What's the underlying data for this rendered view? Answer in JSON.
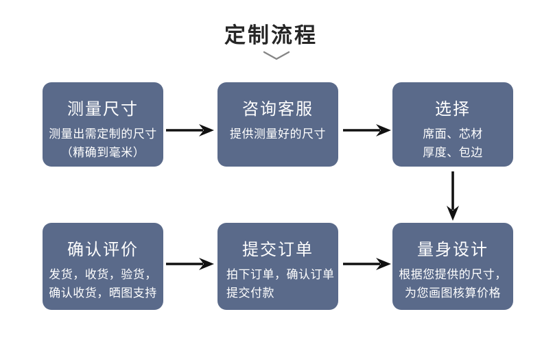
{
  "page": {
    "title": "定制流程"
  },
  "flow": {
    "boxes": [
      {
        "id": "measure-size",
        "title": "测量尺寸",
        "lines": [
          "测量出需定制的尺寸",
          "（精确到毫米）"
        ]
      },
      {
        "id": "consult-service",
        "title": "咨询客服",
        "lines": [
          "提供测量好的尺寸"
        ]
      },
      {
        "id": "choose-options",
        "title": "选择",
        "lines": [
          "席面、芯材",
          "厚度、包边"
        ]
      },
      {
        "id": "confirm-review",
        "title": "确认评价",
        "lines": [
          "发货，收货，验货，",
          "确认收货，晒图支持"
        ]
      },
      {
        "id": "submit-order",
        "title": "提交订单",
        "lines": [
          "拍下订单，确认订单",
          "提交付款"
        ]
      },
      {
        "id": "tailored-design",
        "title": "量身设计",
        "lines": [
          "根据您提供的尺寸，",
          "为您画图核算价格"
        ]
      }
    ],
    "colors": {
      "box_background": "#5a6a8a",
      "box_text": "#ffffff",
      "arrow": "#111111",
      "title_text": "#262626",
      "chevron": "#858585"
    }
  }
}
